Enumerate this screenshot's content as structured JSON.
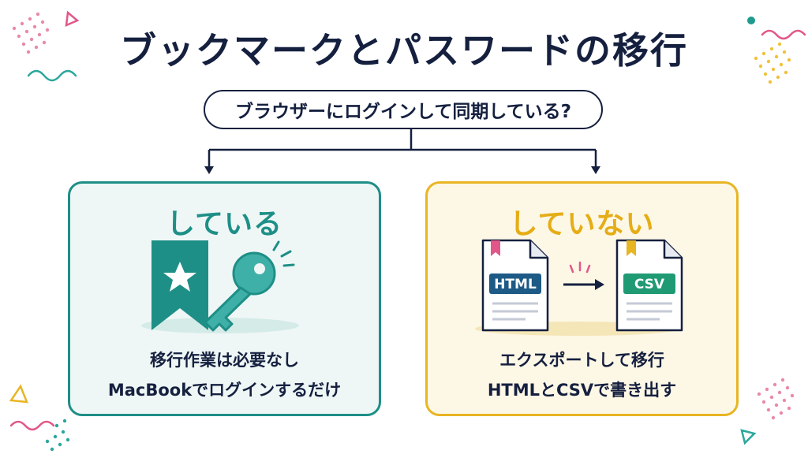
{
  "title": "ブックマークとパスワードの移行",
  "question": "ブラウザーにログインして同期している?",
  "left_panel": {
    "heading": "している",
    "line1": "移行作業は必要なし",
    "line2": "MacBookでログインするだけ",
    "icons": [
      "bookmark-star-icon",
      "key-icon"
    ]
  },
  "right_panel": {
    "heading": "していない",
    "line1": "エクスポートして移行",
    "line2": "HTMLとCSVで書き出す",
    "from_label": "HTML",
    "to_label": "CSV",
    "icons": [
      "html-document-icon",
      "arrow-right-icon",
      "csv-document-icon"
    ]
  },
  "colors": {
    "navy": "#15203f",
    "teal": "#1e8f87",
    "yellow": "#e8b523",
    "pink": "#e2578a",
    "html_badge": "#1d5a86",
    "csv_badge": "#1f9a73"
  }
}
